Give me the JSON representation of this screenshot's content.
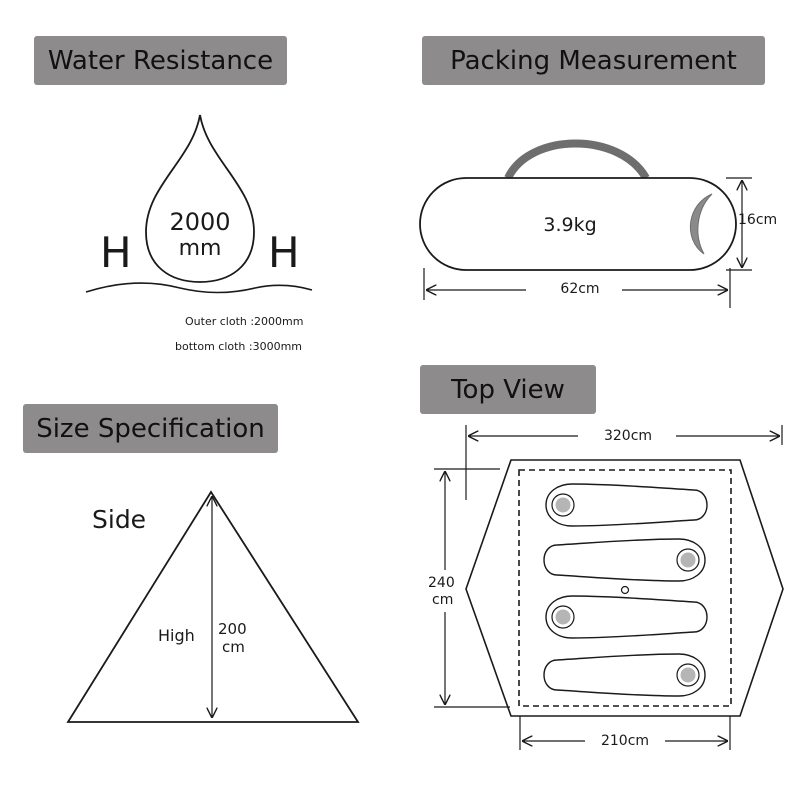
{
  "water_resistance": {
    "title": "Water Resistance",
    "rating_value": "2000",
    "rating_unit": "mm",
    "left_letter": "H",
    "right_letter": "H",
    "outer_cloth": "Outer cloth :2000mm",
    "bottom_cloth": "bottom cloth :3000mm"
  },
  "packing": {
    "title": "Packing Measurement",
    "weight": "3.9kg",
    "diameter": "16cm",
    "length": "62cm"
  },
  "size": {
    "title": "Size Specification",
    "view_label": "Side",
    "height_label": "High",
    "height_value": "200",
    "height_unit": "cm"
  },
  "top_view": {
    "title": "Top View",
    "total_width": "320cm",
    "depth_value": "240",
    "depth_unit": "cm",
    "inner_width": "210cm",
    "sleeping_bag_count": 4
  },
  "colors": {
    "badge_bg": "#8d8b8c",
    "line": "#1a1a1a",
    "handle": "#6e6e6e",
    "bag_fill": "#ffffff"
  }
}
